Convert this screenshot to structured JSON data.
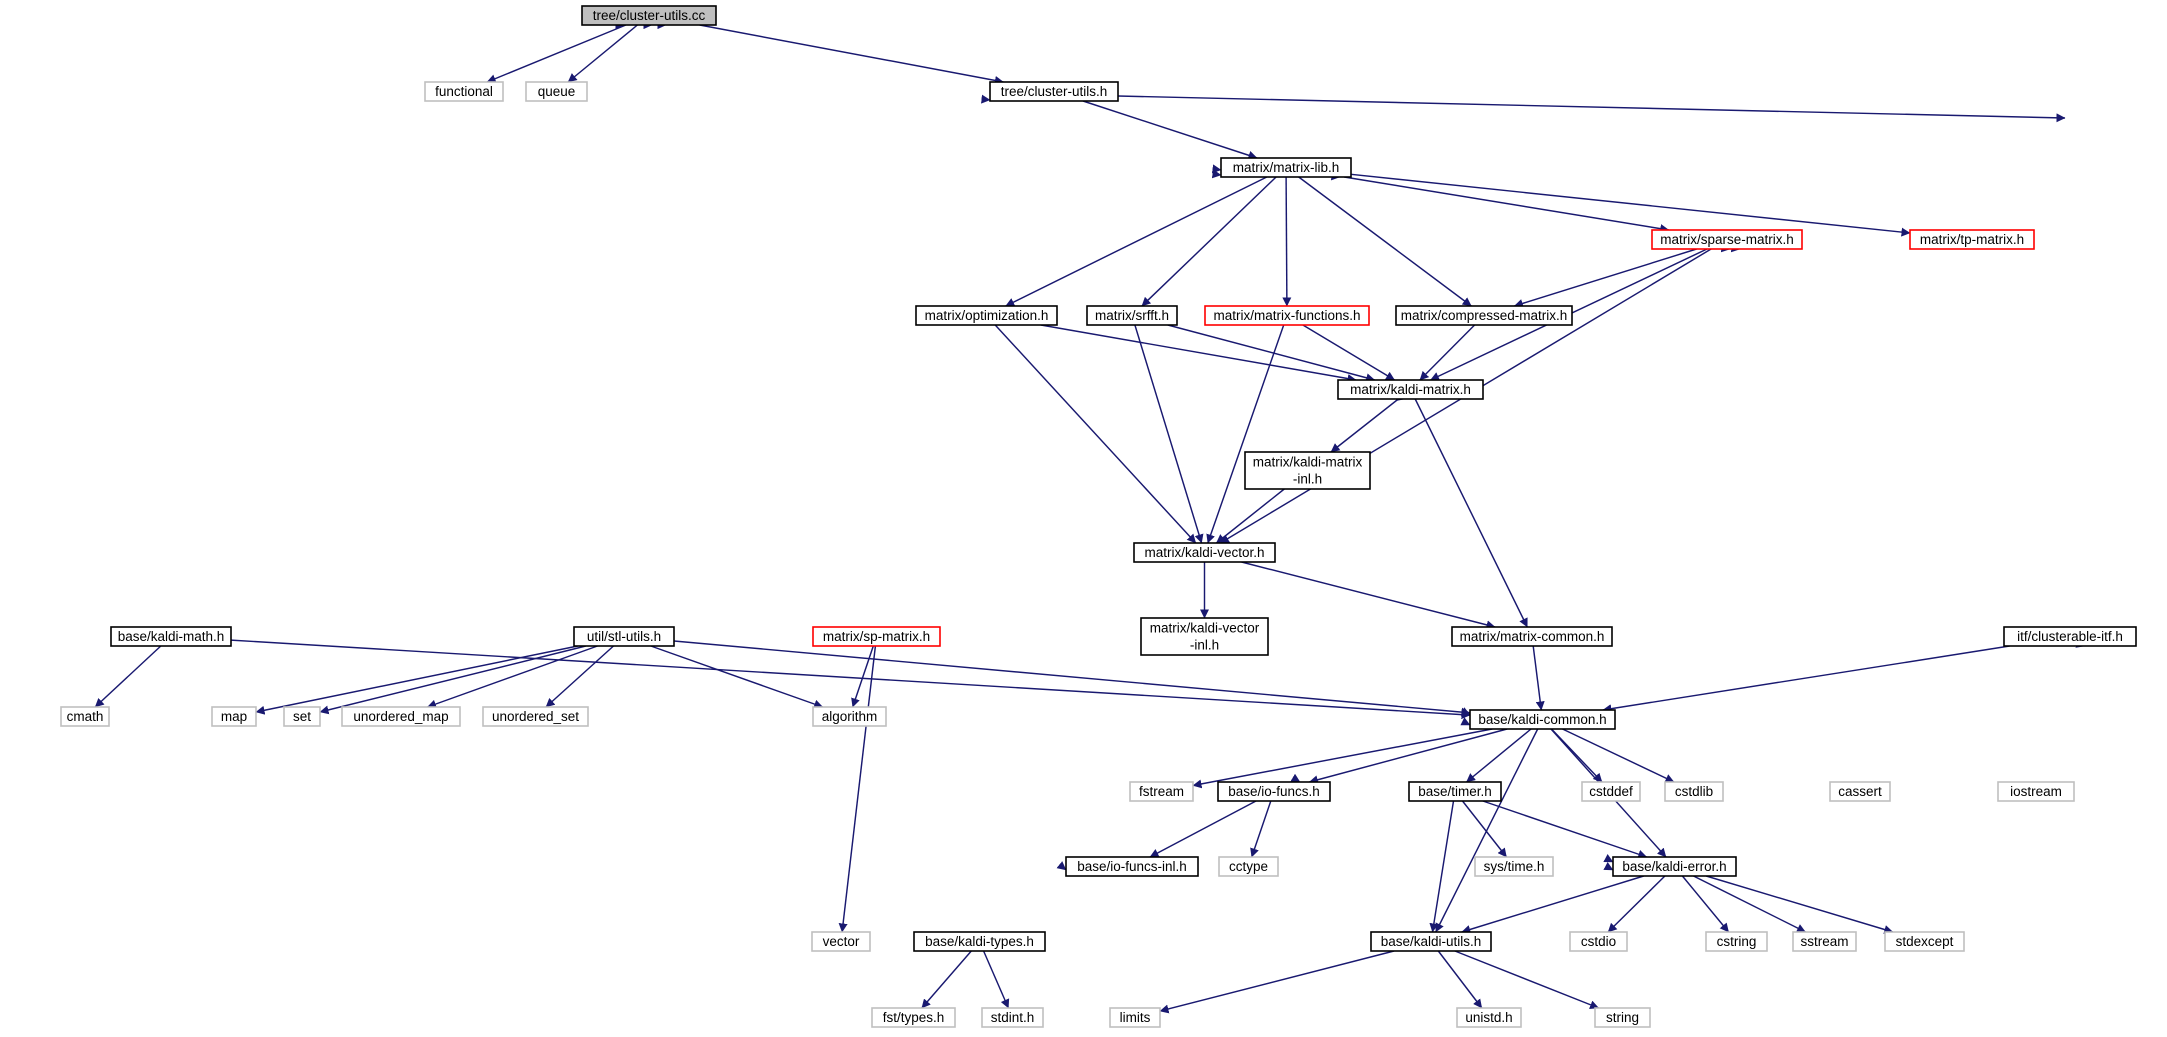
{
  "colors": {
    "edge": "#191970",
    "internal_border": "#000000",
    "external_border": "#bfbfbf",
    "missing_border": "#ff0000",
    "root_fill": "#bfbfbf"
  },
  "nodes": {
    "cluster_utils_cc": {
      "label": [
        "tree/cluster-utils.cc"
      ],
      "kind": "root"
    },
    "functional": {
      "label": [
        "functional"
      ],
      "kind": "ext"
    },
    "queue": {
      "label": [
        "queue"
      ],
      "kind": "ext"
    },
    "cluster_utils_h": {
      "label": [
        "tree/cluster-utils.h"
      ],
      "kind": "int"
    },
    "matrix_lib_h": {
      "label": [
        "matrix/matrix-lib.h"
      ],
      "kind": "int"
    },
    "sparse_matrix_h": {
      "label": [
        "matrix/sparse-matrix.h"
      ],
      "kind": "red"
    },
    "tp_matrix_h": {
      "label": [
        "matrix/tp-matrix.h"
      ],
      "kind": "red"
    },
    "optimization_h": {
      "label": [
        "matrix/optimization.h"
      ],
      "kind": "int"
    },
    "srfft_h": {
      "label": [
        "matrix/srfft.h"
      ],
      "kind": "int"
    },
    "matrix_functions_h": {
      "label": [
        "matrix/matrix-functions.h"
      ],
      "kind": "red"
    },
    "compressed_matrix_h": {
      "label": [
        "matrix/compressed-matrix.h"
      ],
      "kind": "int"
    },
    "kaldi_matrix_h": {
      "label": [
        "matrix/kaldi-matrix.h"
      ],
      "kind": "int"
    },
    "kaldi_matrix_inl_h": {
      "label": [
        "matrix/kaldi-matrix",
        "-inl.h"
      ],
      "kind": "int"
    },
    "kaldi_vector_h": {
      "label": [
        "matrix/kaldi-vector.h"
      ],
      "kind": "int"
    },
    "kaldi_vector_inl_h": {
      "label": [
        "matrix/kaldi-vector",
        "-inl.h"
      ],
      "kind": "int"
    },
    "matrix_common_h": {
      "label": [
        "matrix/matrix-common.h"
      ],
      "kind": "int"
    },
    "sp_matrix_h": {
      "label": [
        "matrix/sp-matrix.h"
      ],
      "kind": "red"
    },
    "clusterable_itf_h": {
      "label": [
        "itf/clusterable-itf.h"
      ],
      "kind": "int"
    },
    "kaldi_math_h": {
      "label": [
        "base/kaldi-math.h"
      ],
      "kind": "int"
    },
    "stl_utils_h": {
      "label": [
        "util/stl-utils.h"
      ],
      "kind": "int"
    },
    "cmath": {
      "label": [
        "cmath"
      ],
      "kind": "ext"
    },
    "map": {
      "label": [
        "map"
      ],
      "kind": "ext"
    },
    "set": {
      "label": [
        "set"
      ],
      "kind": "ext"
    },
    "unordered_map": {
      "label": [
        "unordered_map"
      ],
      "kind": "ext"
    },
    "unordered_set": {
      "label": [
        "unordered_set"
      ],
      "kind": "ext"
    },
    "algorithm": {
      "label": [
        "algorithm"
      ],
      "kind": "ext"
    },
    "kaldi_common_h": {
      "label": [
        "base/kaldi-common.h"
      ],
      "kind": "int"
    },
    "fstream": {
      "label": [
        "fstream"
      ],
      "kind": "ext"
    },
    "io_funcs_h": {
      "label": [
        "base/io-funcs.h"
      ],
      "kind": "int"
    },
    "timer_h": {
      "label": [
        "base/timer.h"
      ],
      "kind": "int"
    },
    "cstddef": {
      "label": [
        "cstddef"
      ],
      "kind": "ext"
    },
    "cstdlib": {
      "label": [
        "cstdlib"
      ],
      "kind": "ext"
    },
    "cassert": {
      "label": [
        "cassert"
      ],
      "kind": "ext"
    },
    "iostream": {
      "label": [
        "iostream"
      ],
      "kind": "ext"
    },
    "cctype": {
      "label": [
        "cctype"
      ],
      "kind": "ext"
    },
    "sys_time_h": {
      "label": [
        "sys/time.h"
      ],
      "kind": "ext"
    },
    "io_funcs_inl_h": {
      "label": [
        "base/io-funcs-inl.h"
      ],
      "kind": "int"
    },
    "kaldi_error_h": {
      "label": [
        "base/kaldi-error.h"
      ],
      "kind": "int"
    },
    "vector": {
      "label": [
        "vector"
      ],
      "kind": "ext"
    },
    "kaldi_types_h": {
      "label": [
        "base/kaldi-types.h"
      ],
      "kind": "int"
    },
    "kaldi_utils_h": {
      "label": [
        "base/kaldi-utils.h"
      ],
      "kind": "int"
    },
    "cstdio": {
      "label": [
        "cstdio"
      ],
      "kind": "ext"
    },
    "cstring": {
      "label": [
        "cstring"
      ],
      "kind": "ext"
    },
    "sstream": {
      "label": [
        "sstream"
      ],
      "kind": "ext"
    },
    "stdexcept": {
      "label": [
        "stdexcept"
      ],
      "kind": "ext"
    },
    "fst_types_h": {
      "label": [
        "fst/types.h"
      ],
      "kind": "ext"
    },
    "stdint_h": {
      "label": [
        "stdint.h"
      ],
      "kind": "ext"
    },
    "limits": {
      "label": [
        "limits"
      ],
      "kind": "ext"
    },
    "unistd_h": {
      "label": [
        "unistd.h"
      ],
      "kind": "ext"
    },
    "string": {
      "label": [
        "string"
      ],
      "kind": "ext"
    }
  },
  "edges": [
    [
      "cluster_utils_cc",
      "functional"
    ],
    [
      "cluster_utils_cc",
      "queue"
    ],
    [
      "cluster_utils_cc",
      "cluster_utils_h"
    ],
    [
      "cluster_utils_cc",
      "kaldi_math_h"
    ],
    [
      "cluster_utils_cc",
      "stl_utils_h"
    ],
    [
      "cluster_utils_cc",
      "vector"
    ],
    [
      "cluster_utils_h",
      "matrix_lib_h"
    ],
    [
      "cluster_utils_h",
      "clusterable_itf_h"
    ],
    [
      "cluster_utils_h",
      "vector"
    ],
    [
      "matrix_lib_h",
      "sparse_matrix_h"
    ],
    [
      "matrix_lib_h",
      "tp_matrix_h"
    ],
    [
      "matrix_lib_h",
      "optimization_h"
    ],
    [
      "matrix_lib_h",
      "srfft_h"
    ],
    [
      "matrix_lib_h",
      "matrix_functions_h"
    ],
    [
      "matrix_lib_h",
      "compressed_matrix_h"
    ],
    [
      "matrix_lib_h",
      "kaldi_matrix_h"
    ],
    [
      "matrix_lib_h",
      "kaldi_vector_h"
    ],
    [
      "matrix_lib_h",
      "sp_matrix_h"
    ],
    [
      "matrix_lib_h",
      "kaldi_common_h"
    ],
    [
      "sparse_matrix_h",
      "compressed_matrix_h"
    ],
    [
      "sparse_matrix_h",
      "kaldi_matrix_h"
    ],
    [
      "sparse_matrix_h",
      "kaldi_vector_h"
    ],
    [
      "sparse_matrix_h",
      "matrix_common_h"
    ],
    [
      "sparse_matrix_h",
      "vector"
    ],
    [
      "optimization_h",
      "kaldi_matrix_h"
    ],
    [
      "optimization_h",
      "kaldi_vector_h"
    ],
    [
      "srfft_h",
      "kaldi_matrix_h"
    ],
    [
      "srfft_h",
      "kaldi_vector_h"
    ],
    [
      "matrix_functions_h",
      "kaldi_matrix_h"
    ],
    [
      "matrix_functions_h",
      "kaldi_vector_h"
    ],
    [
      "compressed_matrix_h",
      "kaldi_matrix_h"
    ],
    [
      "kaldi_matrix_h",
      "kaldi_matrix_inl_h"
    ],
    [
      "kaldi_matrix_h",
      "matrix_common_h"
    ],
    [
      "kaldi_matrix_h",
      "algorithm"
    ],
    [
      "kaldi_matrix_inl_h",
      "kaldi_vector_h"
    ],
    [
      "kaldi_vector_h",
      "kaldi_vector_inl_h"
    ],
    [
      "kaldi_vector_h",
      "matrix_common_h"
    ],
    [
      "matrix_common_h",
      "kaldi_common_h"
    ],
    [
      "sp_matrix_h",
      "algorithm"
    ],
    [
      "sp_matrix_h",
      "vector"
    ],
    [
      "clusterable_itf_h",
      "kaldi_common_h"
    ],
    [
      "clusterable_itf_h",
      "string"
    ],
    [
      "kaldi_math_h",
      "cmath"
    ],
    [
      "kaldi_math_h",
      "limits"
    ],
    [
      "kaldi_math_h",
      "vector"
    ],
    [
      "kaldi_math_h",
      "kaldi_types_h"
    ],
    [
      "kaldi_math_h",
      "kaldi_common_h"
    ],
    [
      "stl_utils_h",
      "map"
    ],
    [
      "stl_utils_h",
      "set"
    ],
    [
      "stl_utils_h",
      "unordered_map"
    ],
    [
      "stl_utils_h",
      "unordered_set"
    ],
    [
      "stl_utils_h",
      "algorithm"
    ],
    [
      "stl_utils_h",
      "kaldi_common_h"
    ],
    [
      "stl_utils_h",
      "vector"
    ],
    [
      "stl_utils_h",
      "string"
    ],
    [
      "kaldi_common_h",
      "kaldi_math_h"
    ],
    [
      "kaldi_common_h",
      "fstream"
    ],
    [
      "kaldi_common_h",
      "io_funcs_h"
    ],
    [
      "kaldi_common_h",
      "timer_h"
    ],
    [
      "kaldi_common_h",
      "cstddef"
    ],
    [
      "kaldi_common_h",
      "cstdlib"
    ],
    [
      "kaldi_common_h",
      "cassert"
    ],
    [
      "kaldi_common_h",
      "iostream"
    ],
    [
      "kaldi_common_h",
      "vector"
    ],
    [
      "kaldi_common_h",
      "kaldi_types_h"
    ],
    [
      "kaldi_common_h",
      "kaldi_utils_h"
    ],
    [
      "kaldi_common_h",
      "kaldi_error_h"
    ],
    [
      "kaldi_common_h",
      "cstring"
    ],
    [
      "kaldi_common_h",
      "sstream"
    ],
    [
      "kaldi_common_h",
      "stdexcept"
    ],
    [
      "kaldi_common_h",
      "string"
    ],
    [
      "io_funcs_h",
      "kaldi_common_h"
    ],
    [
      "io_funcs_h",
      "cctype"
    ],
    [
      "io_funcs_h",
      "io_funcs_inl_h"
    ],
    [
      "io_funcs_h",
      "vector"
    ],
    [
      "io_funcs_h",
      "string"
    ],
    [
      "timer_h",
      "sys_time_h"
    ],
    [
      "timer_h",
      "kaldi_error_h"
    ],
    [
      "timer_h",
      "kaldi_utils_h"
    ],
    [
      "timer_h",
      "unistd_h"
    ],
    [
      "io_funcs_inl_h",
      "vector"
    ],
    [
      "io_funcs_inl_h",
      "limits"
    ],
    [
      "kaldi_error_h",
      "vector"
    ],
    [
      "kaldi_error_h",
      "kaldi_types_h"
    ],
    [
      "kaldi_error_h",
      "kaldi_utils_h"
    ],
    [
      "kaldi_error_h",
      "cstdio"
    ],
    [
      "kaldi_error_h",
      "cstring"
    ],
    [
      "kaldi_error_h",
      "sstream"
    ],
    [
      "kaldi_error_h",
      "stdexcept"
    ],
    [
      "kaldi_error_h",
      "string"
    ],
    [
      "kaldi_types_h",
      "fst_types_h"
    ],
    [
      "kaldi_types_h",
      "stdint_h"
    ],
    [
      "kaldi_utils_h",
      "limits"
    ],
    [
      "kaldi_utils_h",
      "unistd_h"
    ],
    [
      "kaldi_utils_h",
      "string"
    ]
  ]
}
